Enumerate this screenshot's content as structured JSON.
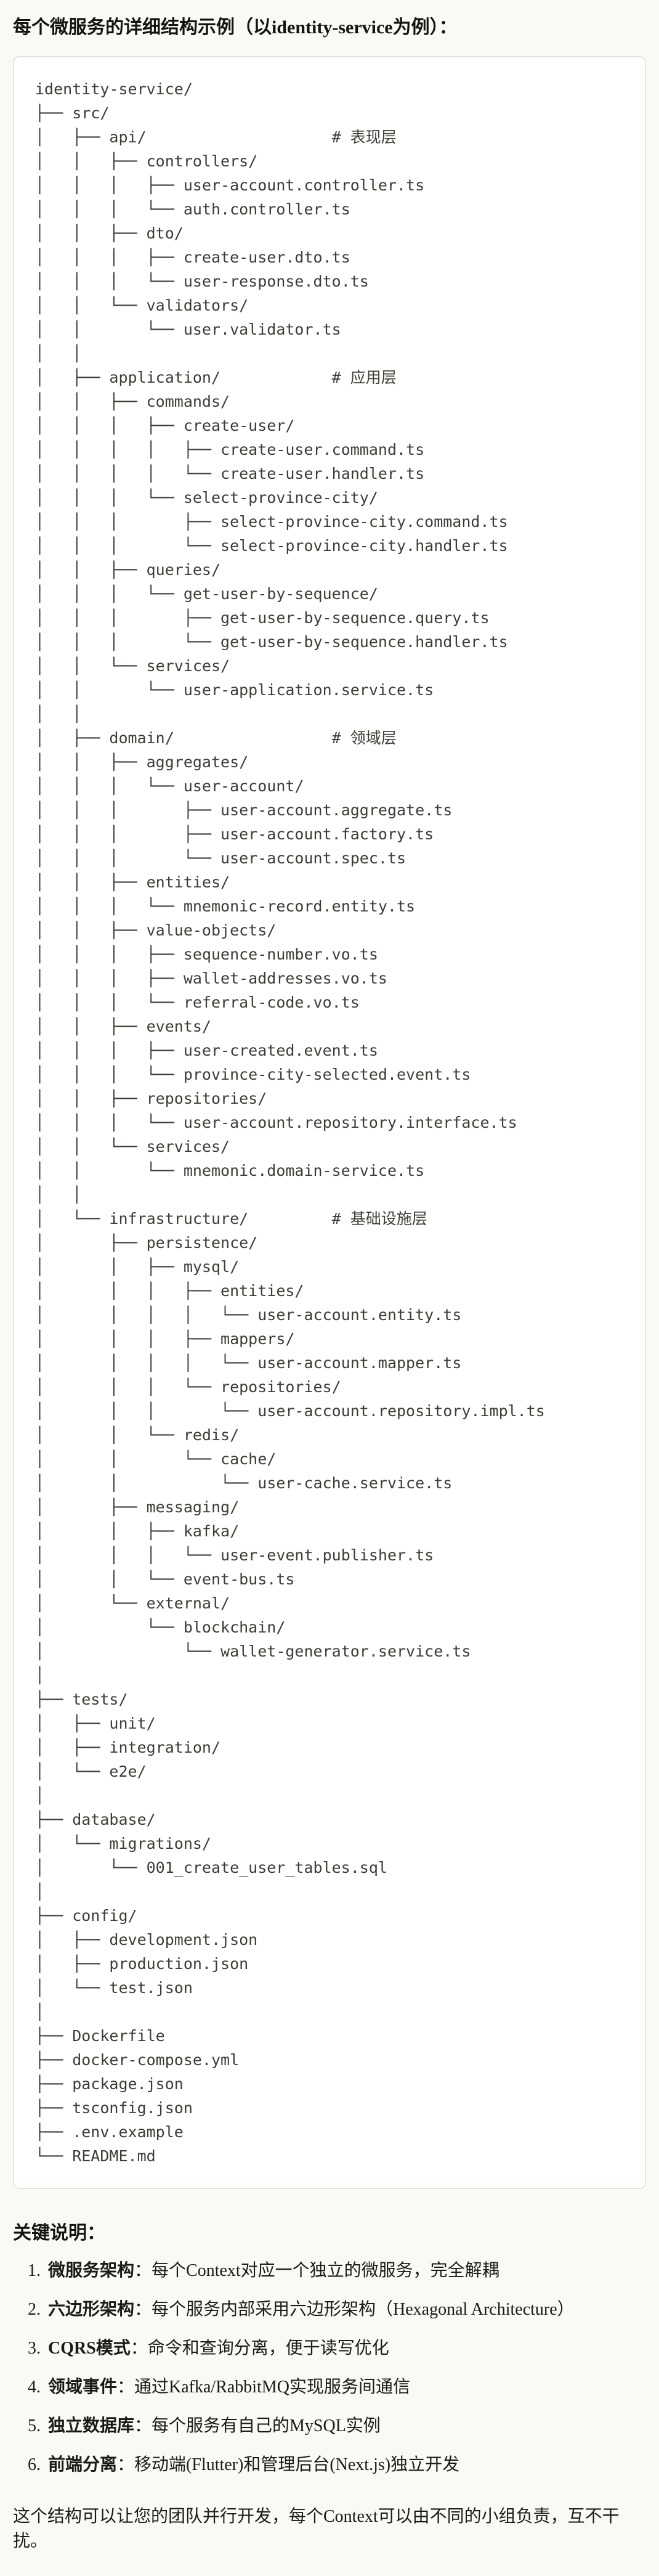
{
  "theme": {
    "page_bg": "#FAF9F5",
    "code_bg": "#FFFFFF",
    "code_border": "#E6E4DA",
    "text_color": "#1B1A15",
    "code_text_color": "#3D3C35"
  },
  "page": {
    "title": "每个微服务的详细结构示例（以identity-service为例）："
  },
  "code": {
    "lines": [
      "identity-service/",
      "├── src/",
      "│   ├── api/                    # 表现层",
      "│   │   ├── controllers/",
      "│   │   │   ├── user-account.controller.ts",
      "│   │   │   └── auth.controller.ts",
      "│   │   ├── dto/",
      "│   │   │   ├── create-user.dto.ts",
      "│   │   │   └── user-response.dto.ts",
      "│   │   └── validators/",
      "│   │       └── user.validator.ts",
      "│   │",
      "│   ├── application/            # 应用层",
      "│   │   ├── commands/",
      "│   │   │   ├── create-user/",
      "│   │   │   │   ├── create-user.command.ts",
      "│   │   │   │   └── create-user.handler.ts",
      "│   │   │   └── select-province-city/",
      "│   │   │       ├── select-province-city.command.ts",
      "│   │   │       └── select-province-city.handler.ts",
      "│   │   ├── queries/",
      "│   │   │   └── get-user-by-sequence/",
      "│   │   │       ├── get-user-by-sequence.query.ts",
      "│   │   │       └── get-user-by-sequence.handler.ts",
      "│   │   └── services/",
      "│   │       └── user-application.service.ts",
      "│   │",
      "│   ├── domain/                 # 领域层",
      "│   │   ├── aggregates/",
      "│   │   │   └── user-account/",
      "│   │   │       ├── user-account.aggregate.ts",
      "│   │   │       ├── user-account.factory.ts",
      "│   │   │       └── user-account.spec.ts",
      "│   │   ├── entities/",
      "│   │   │   └── mnemonic-record.entity.ts",
      "│   │   ├── value-objects/",
      "│   │   │   ├── sequence-number.vo.ts",
      "│   │   │   ├── wallet-addresses.vo.ts",
      "│   │   │   └── referral-code.vo.ts",
      "│   │   ├── events/",
      "│   │   │   ├── user-created.event.ts",
      "│   │   │   └── province-city-selected.event.ts",
      "│   │   ├── repositories/",
      "│   │   │   └── user-account.repository.interface.ts",
      "│   │   └── services/",
      "│   │       └── mnemonic.domain-service.ts",
      "│   │",
      "│   └── infrastructure/         # 基础设施层",
      "│       ├── persistence/",
      "│       │   ├── mysql/",
      "│       │   │   ├── entities/",
      "│       │   │   │   └── user-account.entity.ts",
      "│       │   │   ├── mappers/",
      "│       │   │   │   └── user-account.mapper.ts",
      "│       │   │   └── repositories/",
      "│       │   │       └── user-account.repository.impl.ts",
      "│       │   └── redis/",
      "│       │       └── cache/",
      "│       │           └── user-cache.service.ts",
      "│       ├── messaging/",
      "│       │   ├── kafka/",
      "│       │   │   └── user-event.publisher.ts",
      "│       │   └── event-bus.ts",
      "│       └── external/",
      "│           └── blockchain/",
      "│               └── wallet-generator.service.ts",
      "│",
      "├── tests/",
      "│   ├── unit/",
      "│   ├── integration/",
      "│   └── e2e/",
      "│",
      "├── database/",
      "│   └── migrations/",
      "│       └── 001_create_user_tables.sql",
      "│",
      "├── config/",
      "│   ├── development.json",
      "│   ├── production.json",
      "│   └── test.json",
      "│",
      "├── Dockerfile",
      "├── docker-compose.yml",
      "├── package.json",
      "├── tsconfig.json",
      "├── .env.example",
      "└── README.md"
    ]
  },
  "notes": {
    "heading": "关键说明：",
    "items": [
      {
        "num": "1.",
        "term": "微服务架构",
        "desc": "：每个Context对应一个独立的微服务，完全解耦"
      },
      {
        "num": "2.",
        "term": "六边形架构",
        "desc": "：每个服务内部采用六边形架构（Hexagonal Architecture）"
      },
      {
        "num": "3.",
        "term": "CQRS模式",
        "desc": "：命令和查询分离，便于读写优化"
      },
      {
        "num": "4.",
        "term": "领域事件",
        "desc": "：通过Kafka/RabbitMQ实现服务间通信"
      },
      {
        "num": "5.",
        "term": "独立数据库",
        "desc": "：每个服务有自己的MySQL实例"
      },
      {
        "num": "6.",
        "term": "前端分离",
        "desc": "：移动端(Flutter)和管理后台(Next.js)独立开发"
      }
    ],
    "footer": "这个结构可以让您的团队并行开发，每个Context可以由不同的小组负责，互不干扰。"
  }
}
